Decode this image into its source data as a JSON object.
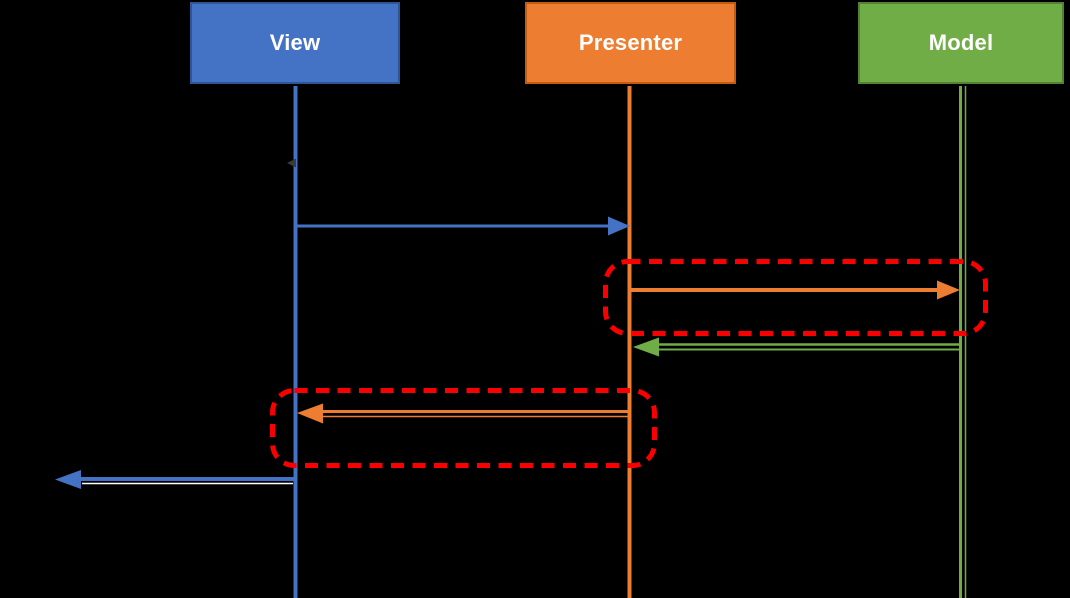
{
  "background": "#000000",
  "colors": {
    "view": "#4472C4",
    "view_border": "#2F5597",
    "presenter": "#ED7D31",
    "presenter_border": "#C55A11",
    "model": "#70AD47",
    "model_border": "#548235",
    "highlight": "#FA0000",
    "label_text": "#FFFFFF",
    "fringe": "#FFFFFF",
    "tick": "#3B3B3B"
  },
  "actors": [
    {
      "id": "view",
      "label": "View"
    },
    {
      "id": "presenter",
      "label": "Presenter"
    },
    {
      "id": "model",
      "label": "Model"
    }
  ],
  "messages": [
    {
      "name": "view-to-presenter",
      "from": "View",
      "to": "Presenter",
      "direction": "right",
      "style": "solid",
      "highlighted": false
    },
    {
      "name": "presenter-to-model",
      "from": "Presenter",
      "to": "Model",
      "direction": "right",
      "style": "solid",
      "highlighted": true
    },
    {
      "name": "model-to-presenter",
      "from": "Model",
      "to": "Presenter",
      "direction": "left",
      "style": "double-line",
      "highlighted": false
    },
    {
      "name": "presenter-to-view",
      "from": "Presenter",
      "to": "View",
      "direction": "left",
      "style": "thick-thin",
      "highlighted": true
    },
    {
      "name": "view-to-caller",
      "from": "View",
      "to": "off-diagram-left",
      "direction": "left",
      "style": "solid-with-fringe",
      "highlighted": false
    }
  ],
  "highlight_boxes": [
    {
      "name": "highlight-presenter-to-model",
      "around": "presenter-to-model"
    },
    {
      "name": "highlight-presenter-to-view",
      "around": "presenter-to-view"
    }
  ]
}
